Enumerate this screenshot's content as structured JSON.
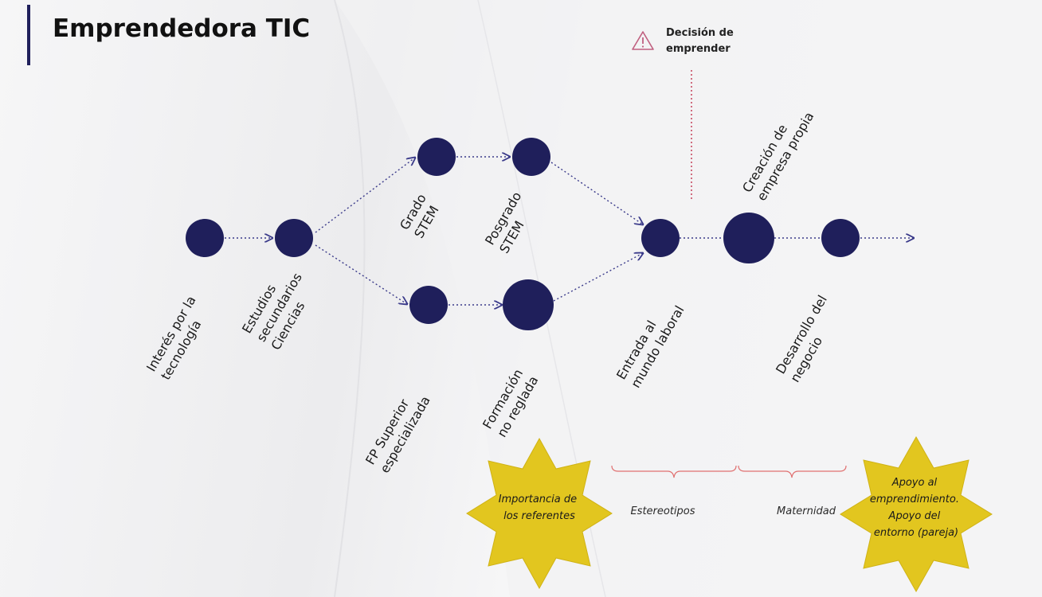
{
  "title": "Emprendedora TIC",
  "decision": {
    "line1": "Decisión de",
    "line2": "emprender",
    "icon": "warning-triangle-icon"
  },
  "nodes": [
    {
      "id": "interes",
      "lines": [
        "Interés por la",
        "tecnología"
      ]
    },
    {
      "id": "estudios",
      "lines": [
        "Estudios",
        "secundarios",
        "Ciencias"
      ]
    },
    {
      "id": "grado",
      "lines": [
        "Grado",
        "STEM"
      ]
    },
    {
      "id": "posgrado",
      "lines": [
        "Posgrado",
        "STEM"
      ]
    },
    {
      "id": "fp",
      "lines": [
        "FP Superior",
        "especializada"
      ]
    },
    {
      "id": "formacion",
      "lines": [
        "Formación",
        "no reglada"
      ]
    },
    {
      "id": "entrada",
      "lines": [
        "Entrada al",
        "mundo laboral"
      ]
    },
    {
      "id": "creacion",
      "lines": [
        "Creación de",
        "empresa propia"
      ]
    },
    {
      "id": "desarrollo",
      "lines": [
        "Desarrollo del",
        "negocio"
      ]
    }
  ],
  "stars": [
    {
      "id": "referentes",
      "lines": [
        "Importancia de",
        "los referentes"
      ]
    },
    {
      "id": "apoyo",
      "lines": [
        "Apoyo al",
        "emprendimiento.",
        "Apoyo del",
        "entorno (pareja)"
      ]
    }
  ],
  "brackets": [
    {
      "id": "estereotipos",
      "label": "Estereotipos"
    },
    {
      "id": "maternidad",
      "label": "Maternidad"
    }
  ],
  "colors": {
    "node": "#1f1f5b",
    "arrow": "#3a3a8a",
    "decision_line": "#c0334d",
    "warning": "#c06080",
    "star_fill": "#e2c61f",
    "star_stroke": "#cfb215",
    "bracket": "#e07070",
    "title_bar": "#1f1f5b"
  }
}
